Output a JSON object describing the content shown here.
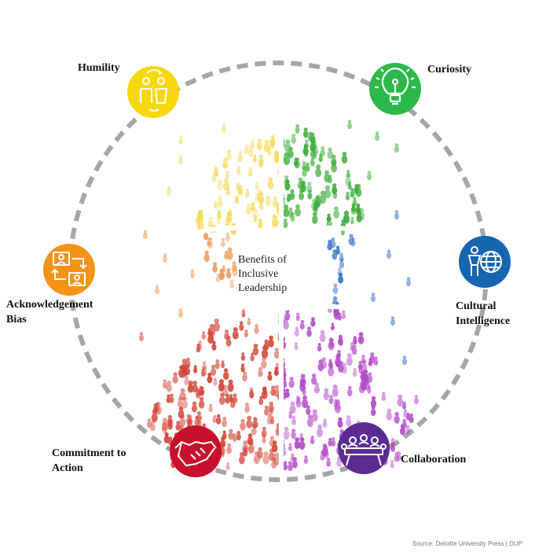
{
  "center_title": "Benefits of Inclusive Leadership",
  "center_lines": [
    "Benefits of",
    "Inclusive",
    "Leadership"
  ],
  "traits": [
    {
      "key": "humility",
      "label_lines": [
        "Humility"
      ],
      "color": "#f5d90a",
      "icon": "people-exchange-icon"
    },
    {
      "key": "curiosity",
      "label_lines": [
        "Curiosity"
      ],
      "color": "#2db84a",
      "icon": "lightbulb-icon"
    },
    {
      "key": "cultural-intelligence",
      "label_lines": [
        "Cultural",
        "Intelligence"
      ],
      "color": "#1565b0",
      "icon": "person-globe-icon"
    },
    {
      "key": "collaboration",
      "label_lines": [
        "Collaboration"
      ],
      "color": "#5a2c91",
      "icon": "meeting-table-icon"
    },
    {
      "key": "commitment-to-action",
      "label_lines": [
        "Commitment to",
        "Action"
      ],
      "color": "#c8102e",
      "icon": "handshake-icon"
    },
    {
      "key": "acknowledgement-bias",
      "label_lines": [
        "Acknowledgement",
        "Bias"
      ],
      "color": "#f39419",
      "icon": "workflow-people-icon"
    }
  ],
  "segment_colors": {
    "yellow": "#f3dc64",
    "green": "#3fae3a",
    "blue": "#3a73c6",
    "purple": "#b24ac8",
    "red": "#d2483a",
    "orange": "#eb9a55"
  },
  "ring_color": "#a6a6a6",
  "footer_text": "Source: Deloitte University Press | DUP"
}
